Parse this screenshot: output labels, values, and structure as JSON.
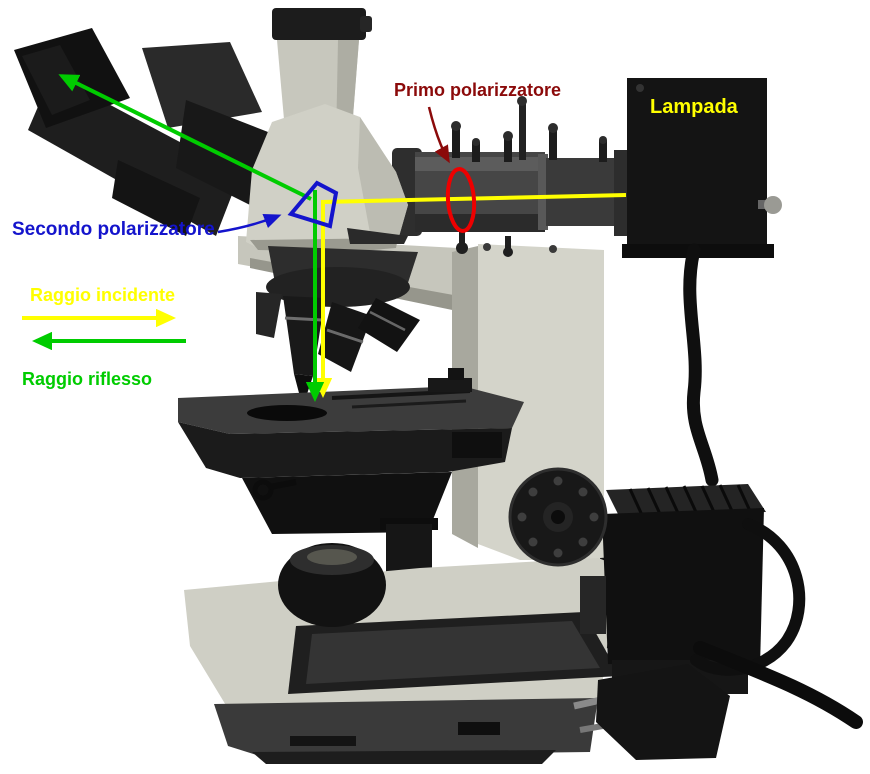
{
  "figure": {
    "kind": "annotated-photo-of-reflected-light-polarizing-microscope",
    "background_color": "#ffffff",
    "annotations": {
      "first_polarizer": {
        "label": "Primo polarizzatore",
        "label_color": "#8b0a0a",
        "marker": "red-ellipse",
        "marker_color": "#ee0000",
        "pointer_color": "#8b0a0a"
      },
      "lamp": {
        "label": "Lampada",
        "label_color": "#ffff00"
      },
      "second_polarizer": {
        "label": "Secondo polarizzatore",
        "label_color": "#1414cc",
        "marker": "blue-parallelogram",
        "marker_color": "#1414cc",
        "pointer_color": "#1414cc"
      },
      "incident_ray": {
        "label": "Raggio incidente",
        "label_color": "#ffff00",
        "beam_color": "#ffff00"
      },
      "reflected_ray": {
        "label": "Raggio riflesso",
        "label_color": "#00cc00",
        "beam_color": "#00cc00"
      }
    }
  }
}
